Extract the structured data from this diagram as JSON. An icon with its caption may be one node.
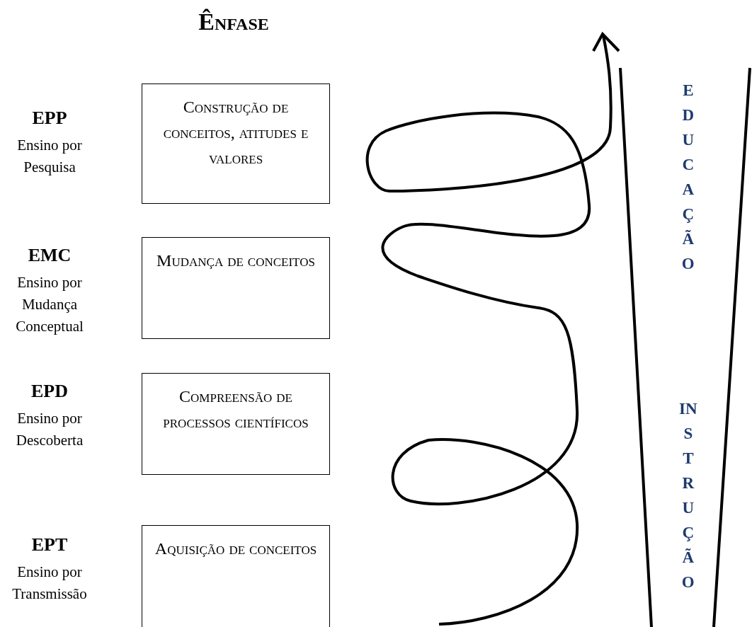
{
  "diagram": {
    "title": "Ênfase",
    "nodes": [
      {
        "text": [
          "Construção de conceitos, atitudes e valores"
        ]
      },
      {
        "text": [
          "Mudança de conceitos"
        ]
      },
      {
        "text": [
          "Compreensão de processos científicos"
        ]
      },
      {
        "text": [
          "Aquisição de conceitos"
        ]
      },
      {
        "text": [
          "EDUCAÇÃO",
          "INSTRUÇÃO"
        ]
      }
    ],
    "edges": [],
    "labels": [
      "EPP",
      "Ensino por Pesquisa",
      "EMC",
      "Ensino por Mudança Conceptual",
      "EPD",
      "Ensino por Descoberta",
      "EPT",
      "Ensino por Transmissão"
    ]
  }
}
